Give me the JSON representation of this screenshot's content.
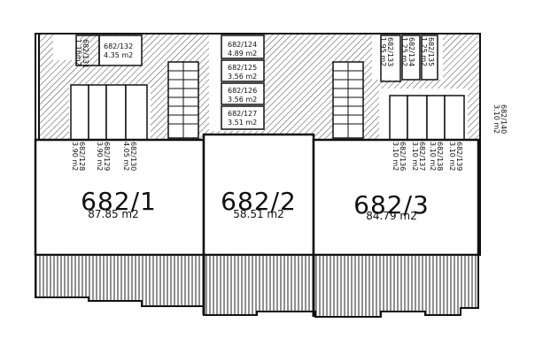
{
  "units": [
    {
      "id": "682/1",
      "area": "87.85 m2"
    },
    {
      "id": "682/2",
      "area": "58.51 m2"
    },
    {
      "id": "682/3",
      "area": "84.79 m2"
    }
  ],
  "cells_top": [
    {
      "id": "682/132",
      "area": "4.35 m2"
    },
    {
      "id": "682/131",
      "area": "1.16m2"
    },
    {
      "id": "682/124",
      "area": "4.89 m2"
    },
    {
      "id": "682/125",
      "area": "3.56 m2"
    },
    {
      "id": "682/126",
      "area": "3.56 m2"
    },
    {
      "id": "682/127",
      "area": "3.51 m2"
    },
    {
      "id": "682/133",
      "area": "1.95 m2"
    },
    {
      "id": "682/134",
      "area": "1.25 m2"
    },
    {
      "id": "682/135",
      "area": "1.25 m2"
    }
  ],
  "cells_left_block": [
    {
      "id": "682/128",
      "area": "3.90 m2"
    },
    {
      "id": "682/129",
      "area": "3.90 m2"
    },
    {
      "id": "682/130",
      "area": "4.05 m2"
    }
  ],
  "cells_right_block": [
    {
      "id": "682/136",
      "area": "3.10 m2"
    },
    {
      "id": "682/137",
      "area": "3.10 m2"
    },
    {
      "id": "682/138",
      "area": "3.10 m2"
    },
    {
      "id": "682/139",
      "area": "3.10 m2"
    }
  ],
  "cell_far_right": {
    "id": "682/140",
    "area": "3.10 m2"
  }
}
